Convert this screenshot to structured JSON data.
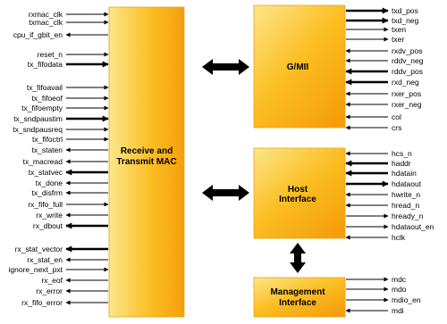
{
  "blocks": {
    "mac": {
      "line1": "Receive and",
      "line2": "Transmit MAC"
    },
    "gmii": {
      "line1": "G/MII"
    },
    "host": {
      "line1": "Host",
      "line2": "Interface"
    },
    "mgmt": {
      "line1": "Management",
      "line2": "Interface"
    }
  },
  "mac_signals": [
    {
      "name": "rxmac_clk",
      "dir": "in",
      "bus": false
    },
    {
      "name": "txmac_clk",
      "dir": "in",
      "bus": false
    },
    {
      "name": "cpu_if_gbit_en",
      "dir": "out",
      "bus": false
    },
    {
      "name": "reset_n",
      "dir": "in",
      "bus": false
    },
    {
      "name": "tx_fifodata",
      "dir": "in",
      "bus": true
    },
    {
      "name": "tx_fifoavail",
      "dir": "in",
      "bus": false
    },
    {
      "name": "tx_fifoeof",
      "dir": "in",
      "bus": false
    },
    {
      "name": "tx_fifoempty",
      "dir": "in",
      "bus": false
    },
    {
      "name": "tx_sndpaustim",
      "dir": "in",
      "bus": true
    },
    {
      "name": "tx_sndpausreq",
      "dir": "in",
      "bus": false
    },
    {
      "name": "tx_fifoctrl",
      "dir": "in",
      "bus": false
    },
    {
      "name": "tx_staten",
      "dir": "out",
      "bus": false
    },
    {
      "name": "tx_macread",
      "dir": "out",
      "bus": false
    },
    {
      "name": "tx_statvec",
      "dir": "out",
      "bus": true
    },
    {
      "name": "tx_done",
      "dir": "out",
      "bus": false
    },
    {
      "name": "tx_disfrm",
      "dir": "out",
      "bus": false
    },
    {
      "name": "rx_fifo_full",
      "dir": "in",
      "bus": false
    },
    {
      "name": "rx_write",
      "dir": "out",
      "bus": false
    },
    {
      "name": "rx_dbout",
      "dir": "out",
      "bus": true
    },
    {
      "name": "rx_stat_vector",
      "dir": "out",
      "bus": true
    },
    {
      "name": "rx_stat_en",
      "dir": "out",
      "bus": false
    },
    {
      "name": "ignore_next_pxt",
      "dir": "in",
      "bus": false
    },
    {
      "name": "rx_eof",
      "dir": "out",
      "bus": false
    },
    {
      "name": "rx_error",
      "dir": "out",
      "bus": false
    },
    {
      "name": "rx_fifo_error",
      "dir": "out",
      "bus": false
    }
  ],
  "gmii_signals": [
    {
      "name": "txd_pos",
      "dir": "out",
      "bus": true
    },
    {
      "name": "txd_neg",
      "dir": "out",
      "bus": true
    },
    {
      "name": "txen",
      "dir": "out",
      "bus": false
    },
    {
      "name": "txer",
      "dir": "out",
      "bus": false
    },
    {
      "name": "rxdv_pos",
      "dir": "in",
      "bus": false
    },
    {
      "name": "rddv_neg",
      "dir": "in",
      "bus": false
    },
    {
      "name": "rddv_pos",
      "dir": "in",
      "bus": true
    },
    {
      "name": "rxd_neg",
      "dir": "in",
      "bus": true
    },
    {
      "name": "rxer_pos",
      "dir": "in",
      "bus": false
    },
    {
      "name": "rxer_neg",
      "dir": "in",
      "bus": false
    },
    {
      "name": "col",
      "dir": "in",
      "bus": false
    },
    {
      "name": "crs",
      "dir": "in",
      "bus": false
    }
  ],
  "host_signals": [
    {
      "name": "hcs_n",
      "dir": "in",
      "bus": false
    },
    {
      "name": "haddr",
      "dir": "in",
      "bus": true
    },
    {
      "name": "hdatain",
      "dir": "in",
      "bus": true
    },
    {
      "name": "hdataout",
      "dir": "out",
      "bus": true
    },
    {
      "name": "hwrite_n",
      "dir": "in",
      "bus": false
    },
    {
      "name": "hread_n",
      "dir": "in",
      "bus": false
    },
    {
      "name": "hready_n",
      "dir": "out",
      "bus": false
    },
    {
      "name": "hdataout_en",
      "dir": "out",
      "bus": false
    },
    {
      "name": "hclk",
      "dir": "in",
      "bus": false
    }
  ],
  "mgmt_signals": [
    {
      "name": "mdc",
      "dir": "out",
      "bus": false
    },
    {
      "name": "mdo",
      "dir": "out",
      "bus": false
    },
    {
      "name": "mdio_en",
      "dir": "out",
      "bus": false
    },
    {
      "name": "mdi",
      "dir": "in",
      "bus": false
    }
  ],
  "colors": {
    "block_light": "#fde68a",
    "block_mid": "#fbbf24",
    "block_dark": "#f59e0b",
    "block_edge": "#e7a21a",
    "arrow": "#000000"
  }
}
